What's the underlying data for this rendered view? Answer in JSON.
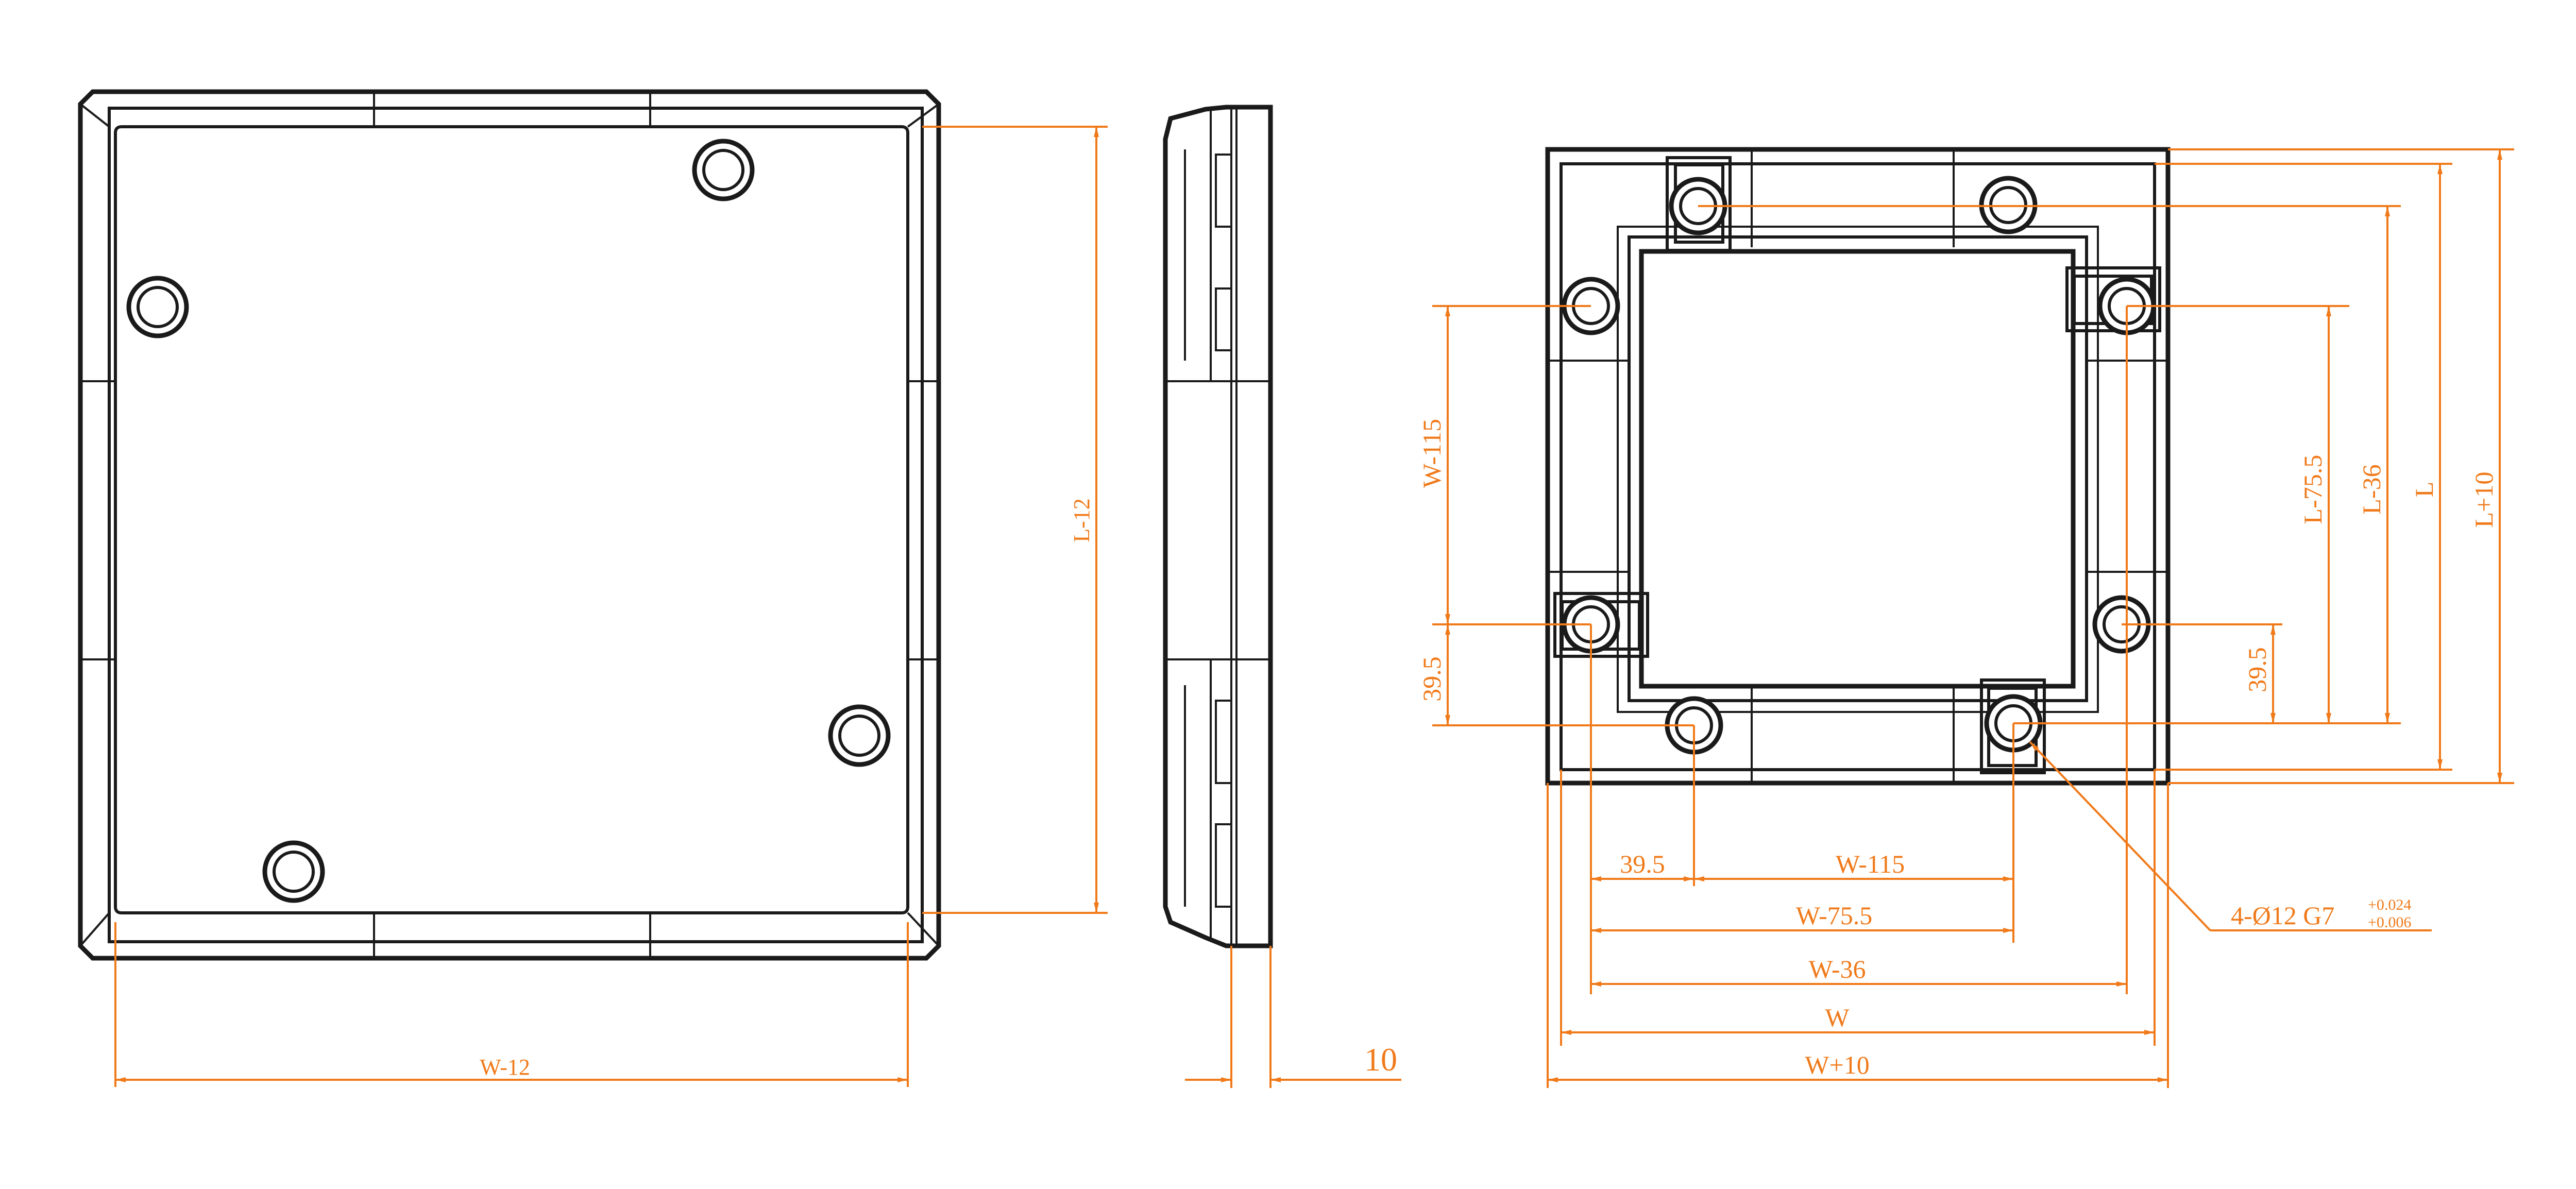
{
  "colors": {
    "outline": "#1a1a1a",
    "dimension": "#f07a1a",
    "background": "#ffffff"
  },
  "front_view": {
    "width_label": "W-12",
    "height_label": "L-12"
  },
  "side_view": {
    "thickness_label": "10"
  },
  "back_view": {
    "left_vertical_label": "W-115",
    "left_small_label": "39.5",
    "right_small_label": "39.5",
    "right_labels": [
      "L-75.5",
      "L-36",
      "L",
      "L+10"
    ],
    "bottom_small_label": "39.5",
    "bottom_labels": [
      "W-115",
      "W-75.5",
      "W-36",
      "W",
      "W+10"
    ],
    "hole_callout": {
      "main": "4-Ø12 G7",
      "tol_upper": "+0.024",
      "tol_lower": "+0.006"
    }
  }
}
